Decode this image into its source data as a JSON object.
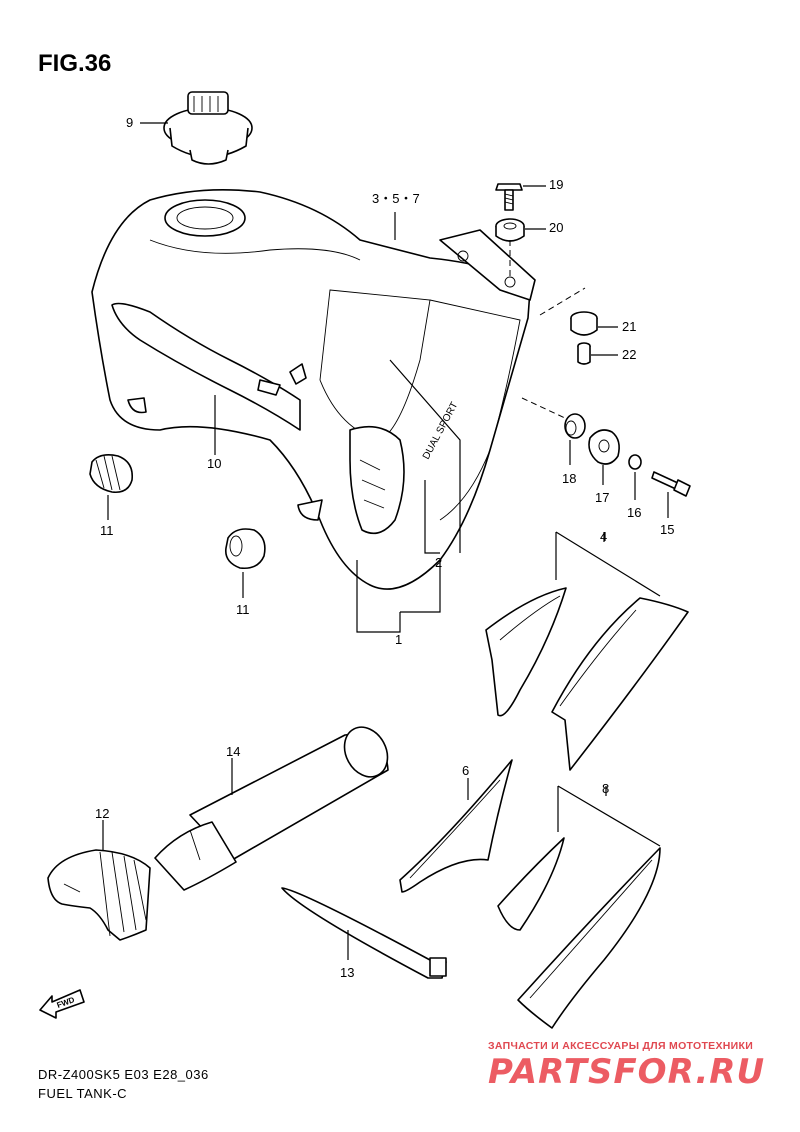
{
  "figure": {
    "title": "FIG.36"
  },
  "callouts": [
    {
      "id": "9",
      "label": "9"
    },
    {
      "id": "3-5-7",
      "label": "3・5・7"
    },
    {
      "id": "19",
      "label": "19"
    },
    {
      "id": "20",
      "label": "20"
    },
    {
      "id": "21",
      "label": "21"
    },
    {
      "id": "22",
      "label": "22"
    },
    {
      "id": "10",
      "label": "10"
    },
    {
      "id": "11a",
      "label": "11"
    },
    {
      "id": "11b",
      "label": "11"
    },
    {
      "id": "18",
      "label": "18"
    },
    {
      "id": "17",
      "label": "17"
    },
    {
      "id": "16",
      "label": "16"
    },
    {
      "id": "15",
      "label": "15"
    },
    {
      "id": "2",
      "label": "2"
    },
    {
      "id": "1",
      "label": "1"
    },
    {
      "id": "4",
      "label": "4"
    },
    {
      "id": "14",
      "label": "14"
    },
    {
      "id": "12",
      "label": "12"
    },
    {
      "id": "6",
      "label": "6"
    },
    {
      "id": "8",
      "label": "8"
    },
    {
      "id": "13",
      "label": "13"
    }
  ],
  "tank_decal_text": "DUAL SPORT",
  "fwd_label": "FWD",
  "footer": {
    "model": "DR-Z400SK5 E03 E28_036",
    "section": "FUEL TANK-C"
  },
  "watermark": {
    "tagline": "ЗАПЧАСТИ И АКСЕССУАРЫ ДЛЯ МОТОТЕХНИКИ",
    "logo": "PARTSFOR.RU"
  }
}
